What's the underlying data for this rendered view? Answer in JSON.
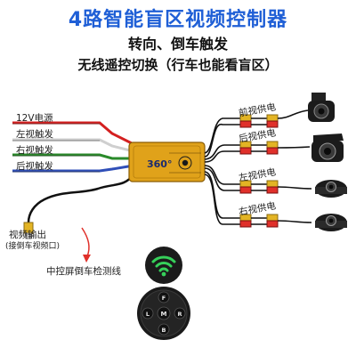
{
  "header": {
    "title": "4路智能盲区视频控制器",
    "subtitle_line1": "转向、倒车触发",
    "subtitle_line2": "无线遥控切换（行车也能看盲区）"
  },
  "left_wires": [
    {
      "label": "12V电源",
      "color": "#d42020"
    },
    {
      "label": "左视触发",
      "color": "#c8c8c8"
    },
    {
      "label": "右视触发",
      "color": "#2a8a2a"
    },
    {
      "label": "后视触发",
      "color": "#2f4fb8"
    }
  ],
  "camera_channels": [
    {
      "label": "前视供电"
    },
    {
      "label": "后视供电"
    },
    {
      "label": "左视供电"
    },
    {
      "label": "右视供电"
    }
  ],
  "video_output": {
    "label": "视频输出",
    "note": "(接倒车视频口)"
  },
  "detection_line": {
    "label": "中控屏倒车检测线",
    "color": "#e0302a"
  },
  "controller_box": {
    "color": "#e0a21a",
    "logo_text": "360°"
  },
  "remote": {
    "buttons": [
      "M",
      "B",
      "L",
      "R",
      "F"
    ]
  }
}
